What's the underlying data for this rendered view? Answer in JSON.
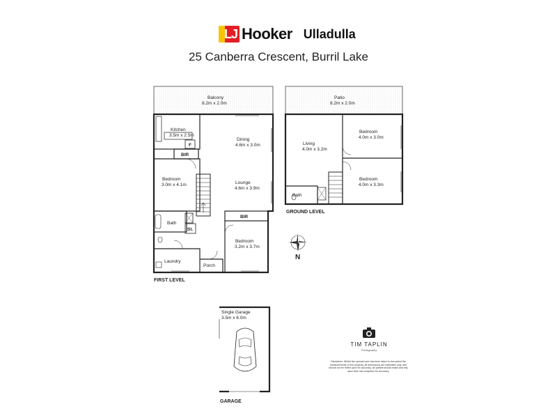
{
  "header": {
    "brand_badge": "LJ",
    "brand_name": "Hooker",
    "office": "Ulladulla",
    "address": "25 Canberra Crescent, Burril Lake"
  },
  "first_level": {
    "label": "FIRST LEVEL",
    "balcony": {
      "name": "Balcony",
      "size": "8.2m x 2.0m"
    },
    "kitchen": {
      "name": "Kitchen",
      "size": "3.5m x 2.5m",
      "fridge": "F"
    },
    "dining": {
      "name": "Dining",
      "size": "4.6m x 3.0m"
    },
    "bir_1": "BIR",
    "bedroom_1": {
      "name": "Bedroom",
      "size": "3.0m x 4.1m"
    },
    "lounge": {
      "name": "Lounge",
      "size": "4.6m x 3.9m"
    },
    "bath": "Bath",
    "store": "St.",
    "bir_2": "BIR",
    "bedroom_2": {
      "name": "Bedroom",
      "size": "3.2m x 3.7m"
    },
    "laundry": "Laundry",
    "porch": "Porch"
  },
  "ground_level": {
    "label": "GROUND LEVEL",
    "patio": {
      "name": "Patio",
      "size": "8.2m x 2.0m"
    },
    "living": {
      "name": "Living",
      "size": "4.0m x 3.2m"
    },
    "bedroom_1": {
      "name": "Bedroom",
      "size": "4.0m x 3.0m"
    },
    "bedroom_2": {
      "name": "Bedroom",
      "size": "4.0m x 3.3m"
    },
    "bath": "Bath"
  },
  "garage": {
    "label": "GARAGE",
    "name": "Single Garage",
    "size": "3.5m x 6.0m"
  },
  "compass": {
    "north": "N"
  },
  "photographer": {
    "name": "TIM TAPLIN",
    "sub": "Photography"
  },
  "disclaimer": "Disclaimer: Whilst the upmost care has been taken to document the measurements of the property, all dimensions are estimates only, and should not be relied upon for accuracy. All parties should make and rely upon their own enquiries for accuracy.",
  "colors": {
    "brand_red": "#e31e24",
    "brand_yellow": "#f7c600",
    "wall": "#222222"
  }
}
